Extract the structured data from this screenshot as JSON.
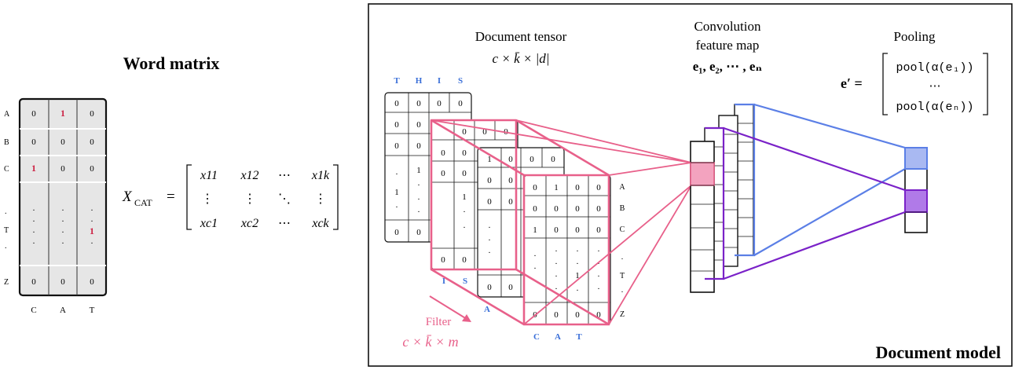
{
  "word_matrix": {
    "title": "Word matrix",
    "row_labels_top": [
      "A",
      "B",
      "C"
    ],
    "row_labels_mid": [
      ".",
      "T",
      "."
    ],
    "row_label_bottom": "Z",
    "col_labels": [
      "C",
      "A",
      "T"
    ],
    "rows_top": [
      [
        "0",
        "1",
        "0"
      ],
      [
        "0",
        "0",
        "0"
      ],
      [
        "1",
        "0",
        "0"
      ]
    ],
    "mid_highlight": "1",
    "dot": ".",
    "row_bottom": [
      "0",
      "0",
      "0"
    ]
  },
  "equation": {
    "lhs": "X",
    "lhs_sub": "CAT",
    "equals": "=",
    "row1": [
      "x11",
      "x12",
      "⋯",
      "x1k"
    ],
    "row2": [
      "⋮",
      "⋮",
      "⋱",
      "⋮"
    ],
    "row3": [
      "xc1",
      "xc2",
      "⋯",
      "xck"
    ]
  },
  "document_model": {
    "title": "Document model",
    "tensor_title": "Document tensor",
    "tensor_formula": "c × k̄ × |d|",
    "conv_title_1": "Convolution",
    "conv_title_2": "feature map",
    "conv_formula": "e₁, e₂, ⋯ , eₙ",
    "pool_title": "Pooling",
    "pool_lhs": "e′ =",
    "pool_row1": "pool(α(e₁))",
    "pool_row2": "⋯",
    "pool_row3": "pool(α(eₙ))",
    "filter_label": "Filter",
    "filter_formula": "c × k̄ × m",
    "layer1_letters": [
      "T",
      "H",
      "I",
      "S"
    ],
    "layer2_letters": [
      "I",
      "S"
    ],
    "layer3_letter": "A",
    "layer4_letters": [
      "C",
      "A",
      "T"
    ],
    "layer4_row_labels": [
      "A",
      "B",
      "C",
      ".",
      "T",
      ".",
      "Z"
    ],
    "layer1_row1": [
      "0",
      "0",
      "0",
      "0"
    ],
    "layer2_row1": [
      "0",
      "0",
      "0"
    ],
    "layer3_row1": [
      "1",
      "0",
      "0",
      "0"
    ],
    "layer4_rows": [
      [
        "0",
        "1",
        "0",
        "0"
      ],
      [
        "0",
        "0",
        "0",
        "0"
      ],
      [
        "1",
        "0",
        "0",
        "0"
      ]
    ],
    "layer4_bottom": [
      "0",
      "0",
      "0",
      "0"
    ],
    "zero": "0",
    "one": "1",
    "dot": "."
  },
  "colors": {
    "filter": "#e8608a",
    "filter_fill": "#f3a3bf",
    "blue": "#5b7fe6",
    "blue_fill": "#a9b9f2",
    "purple": "#7a22c8",
    "purple_fill": "#b07ae8",
    "letters": "#3a6fd8",
    "highlight": "#cc2244"
  }
}
